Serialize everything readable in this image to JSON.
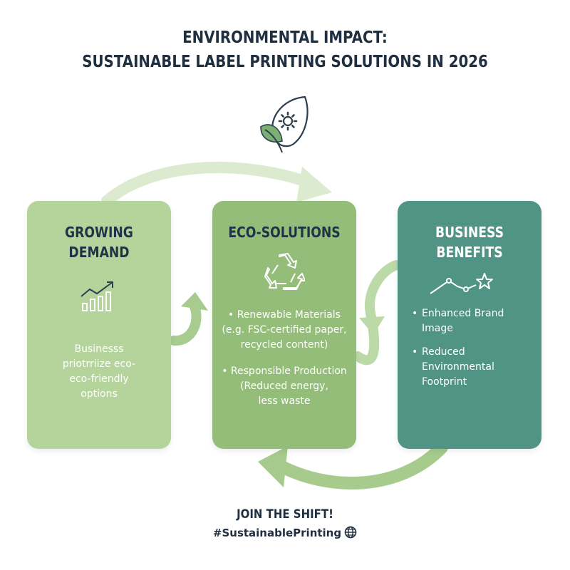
{
  "title": {
    "line1": "ENVIRONMENTAL IMPACT:",
    "line2": "SUSTAINABLE LABEL PRINTING SOLUTIONS IN 2026"
  },
  "top_icon": "leaf-gear-icon",
  "cards": [
    {
      "title_line1": "GROWING",
      "title_line2": "DEMAND",
      "icon": "growth-chart-icon",
      "text_lines": [
        "Businesss",
        "priotrriize eco-",
        "eco-friendly",
        "options"
      ]
    },
    {
      "title_line1": "ECO-SOLUTIONS",
      "icon": "recycle-icon",
      "bullets": [
        {
          "line1": "• Renewable Materials",
          "line2": "(e.g. FSC-certified paper,",
          "line3": "recycled content)"
        },
        {
          "line1": "• Responsible Production",
          "line2": "(Reduced energy,",
          "line3": "less waste"
        }
      ]
    },
    {
      "title_line1": "BUSINESS",
      "title_line2": "BENEFITS",
      "icon": "trend-star-icon",
      "bullets": [
        {
          "dot": "•",
          "line1": "Enhanced Brand",
          "line2": "Image"
        },
        {
          "dot": "•",
          "line1": "Reduced",
          "line2": "Environmental",
          "line3": "Footprint"
        }
      ]
    }
  ],
  "footer": {
    "line1": "JOIN THE SHIFT!",
    "line2": "#SustainablePrinting",
    "icon": "globe-icon"
  },
  "colors": {
    "card1": "#b4d49c",
    "card2": "#93bd78",
    "card3": "#4f9484",
    "arrow": "#d9e9cc",
    "title": "#1f2f40"
  }
}
